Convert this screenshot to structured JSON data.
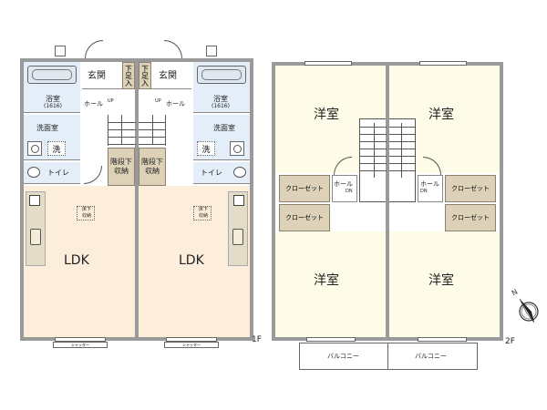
{
  "floor1": {
    "label": "1F",
    "units": [
      {
        "genkan": "玄関",
        "shoe_storage": "下足入",
        "bathroom": "浴室",
        "bathroom_size": "(1616)",
        "washroom": "洗面室",
        "washer": "洗",
        "toilet": "トイレ",
        "hall": "ホール",
        "stair_dir": "UP",
        "under_stair_storage_l1": "階段下",
        "under_stair_storage_l2": "収納",
        "underfloor_storage_l1": "床下",
        "underfloor_storage_l2": "収納",
        "ldk": "LDK",
        "shutter": "シャッター"
      },
      {
        "genkan": "玄関",
        "shoe_storage": "下足入",
        "bathroom": "浴室",
        "bathroom_size": "(1616)",
        "washroom": "洗面室",
        "washer": "洗",
        "toilet": "トイレ",
        "hall": "ホール",
        "stair_dir": "UP",
        "under_stair_storage_l1": "階段下",
        "under_stair_storage_l2": "収納",
        "underfloor_storage_l1": "床下",
        "underfloor_storage_l2": "収納",
        "ldk": "LDK",
        "shutter": "シャッター"
      }
    ]
  },
  "floor2": {
    "label": "2F",
    "units": [
      {
        "room_top": "洋室",
        "room_bottom": "洋室",
        "closet_1": "クローゼット",
        "closet_2": "クローゼット",
        "hall": "ホール",
        "stair_dir": "DN",
        "balcony": "バルコニー"
      },
      {
        "room_top": "洋室",
        "room_bottom": "洋室",
        "closet_1": "クローゼット",
        "closet_2": "クローゼット",
        "hall": "ホール",
        "stair_dir": "DN",
        "balcony": "バルコニー"
      }
    ]
  },
  "compass": {
    "north_label": "N"
  },
  "colors": {
    "wall": "#9a9a9a",
    "ldk": "#fdeedb",
    "wet_area": "#e3eef8",
    "storage": "#ddd2b8",
    "western_room": "#fefbe8"
  }
}
